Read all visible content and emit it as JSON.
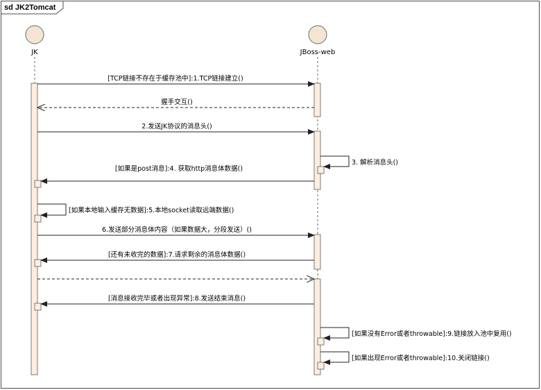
{
  "diagram": {
    "title": "sd JK2Tomcat",
    "actors": [
      {
        "id": "jk",
        "label": "JK"
      },
      {
        "id": "jboss",
        "label": "JBoss-web"
      }
    ],
    "messages": [
      {
        "label": "[TCP链接不存在于缓存池中]:1.TCP链接建立()",
        "from": "jk",
        "to": "jboss",
        "kind": "call"
      },
      {
        "label": "握手交互()",
        "from": "jboss",
        "to": "jk",
        "kind": "return"
      },
      {
        "label": "2.发送JK协议的消息头()",
        "from": "jk",
        "to": "jboss",
        "kind": "call"
      },
      {
        "label": "3. 解析消息头()",
        "from": "jboss",
        "to": "jboss",
        "kind": "self"
      },
      {
        "label": "[如果是post消息]:4. 获取http消息体数据()",
        "from": "jboss",
        "to": "jk",
        "kind": "call"
      },
      {
        "label": "[如果本地输入缓存无数据]:5.本地socket读取远端数据()",
        "from": "jk",
        "to": "jk",
        "kind": "self"
      },
      {
        "label": "6.发送部分消息体内容（如果数据大，分段发送）()",
        "from": "jk",
        "to": "jboss",
        "kind": "call"
      },
      {
        "label": "[还有未收完的数据]:7.请求剩余的消息体数据()",
        "from": "jboss",
        "to": "jk",
        "kind": "call"
      },
      {
        "label": "",
        "from": "jk",
        "to": "jboss",
        "kind": "return"
      },
      {
        "label": "[消息接收完毕或者出现异常]:8.发送结束消息()",
        "from": "jboss",
        "to": "jk",
        "kind": "call"
      },
      {
        "label": "[如果没有Error或者throwable]:9.链接放入池中复用()",
        "from": "jboss",
        "to": "jboss",
        "kind": "self"
      },
      {
        "label": "[如果出现Error或者throwable]:10.关闭链接()",
        "from": "jboss",
        "to": "jboss",
        "kind": "self"
      }
    ]
  }
}
